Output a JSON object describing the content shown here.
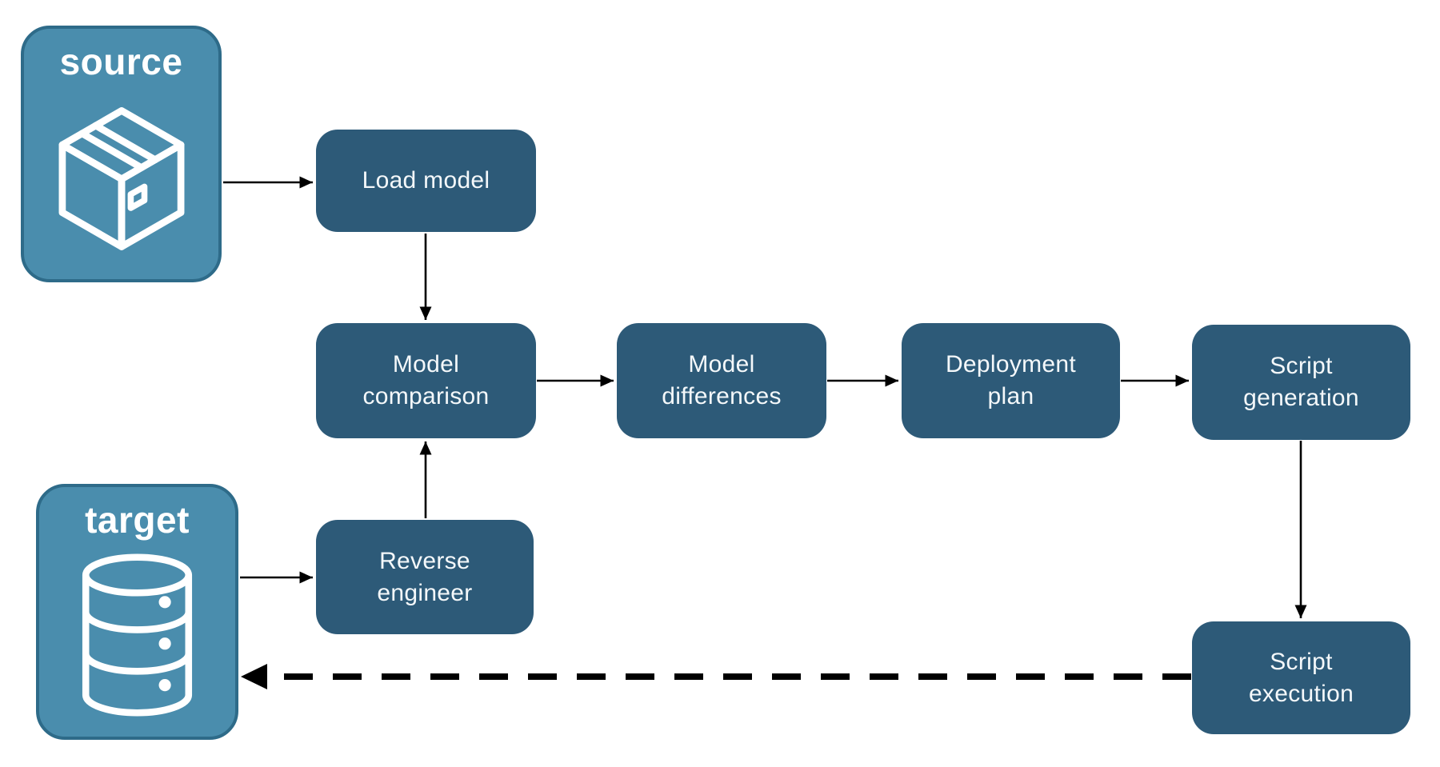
{
  "diagram": {
    "title": "",
    "containers": [
      {
        "id": "source",
        "label": "source",
        "icon": "package-icon"
      },
      {
        "id": "target",
        "label": "target",
        "icon": "database-icon"
      }
    ],
    "nodes": [
      {
        "id": "load-model",
        "label": "Load model"
      },
      {
        "id": "model-comparison",
        "label": "Model comparison"
      },
      {
        "id": "model-differences",
        "label": "Model differences"
      },
      {
        "id": "deployment-plan",
        "label": "Deployment plan"
      },
      {
        "id": "script-generation",
        "label": "Script generation"
      },
      {
        "id": "reverse-engineer",
        "label": "Reverse engineer"
      },
      {
        "id": "script-execution",
        "label": "Script execution"
      }
    ],
    "edges": [
      {
        "from": "source",
        "to": "load-model",
        "style": "solid"
      },
      {
        "from": "load-model",
        "to": "model-comparison",
        "style": "solid"
      },
      {
        "from": "model-comparison",
        "to": "model-differences",
        "style": "solid"
      },
      {
        "from": "model-differences",
        "to": "deployment-plan",
        "style": "solid"
      },
      {
        "from": "deployment-plan",
        "to": "script-generation",
        "style": "solid"
      },
      {
        "from": "script-generation",
        "to": "script-execution",
        "style": "solid"
      },
      {
        "from": "target",
        "to": "reverse-engineer",
        "style": "solid"
      },
      {
        "from": "reverse-engineer",
        "to": "model-comparison",
        "style": "solid"
      },
      {
        "from": "script-execution",
        "to": "target",
        "style": "dashed"
      }
    ],
    "colors": {
      "node_fill": "#2D5A78",
      "container_fill": "#4A8DAD",
      "container_border": "#2E6B89",
      "arrow": "#000000",
      "text": "#F4F8FA",
      "container_text": "#FFFFFF"
    }
  }
}
